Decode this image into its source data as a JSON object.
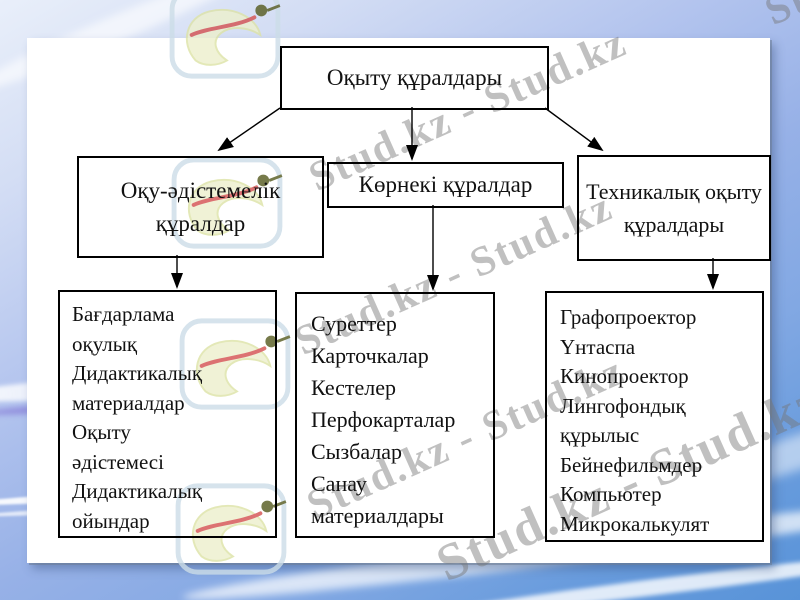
{
  "watermark": {
    "band": "Stud.kz - Stud.kz",
    "short": "Stud.kz"
  },
  "diagram": {
    "root": {
      "label": "Оқыту құралдары"
    },
    "branches": [
      {
        "label": "Оқу-әдістемелік құралдар",
        "items": [
          "Бағдарлама",
          "оқулық",
          "Дидактикалық",
          "материалдар",
          "Оқыту",
          "әдістемесі",
          "Дидактикалық",
          "ойындар"
        ]
      },
      {
        "label": "Көрнекі құралдар",
        "items": [
          "Суреттер",
          "Карточкалар",
          "Кестелер",
          "Перфокарталар",
          "Сызбалар",
          "Санау",
          "материалдары"
        ]
      },
      {
        "label": "Техникалық оқыту құралдары",
        "items": [
          "Графопроектор",
          "Үнтаспа",
          "Кинопроектор",
          "Лингофондық",
          "құрылыс",
          "Бейнефильмдер",
          "Компьютер",
          "Микрокалькулят"
        ]
      }
    ]
  },
  "colors": {
    "box_border": "#000000",
    "slide_background": "#ffffff",
    "background_blue": "#699cdd",
    "watermark_gray": "#767676",
    "logo_body_yellow": "#edf0cd",
    "logo_accent_red": "#d4504f"
  }
}
